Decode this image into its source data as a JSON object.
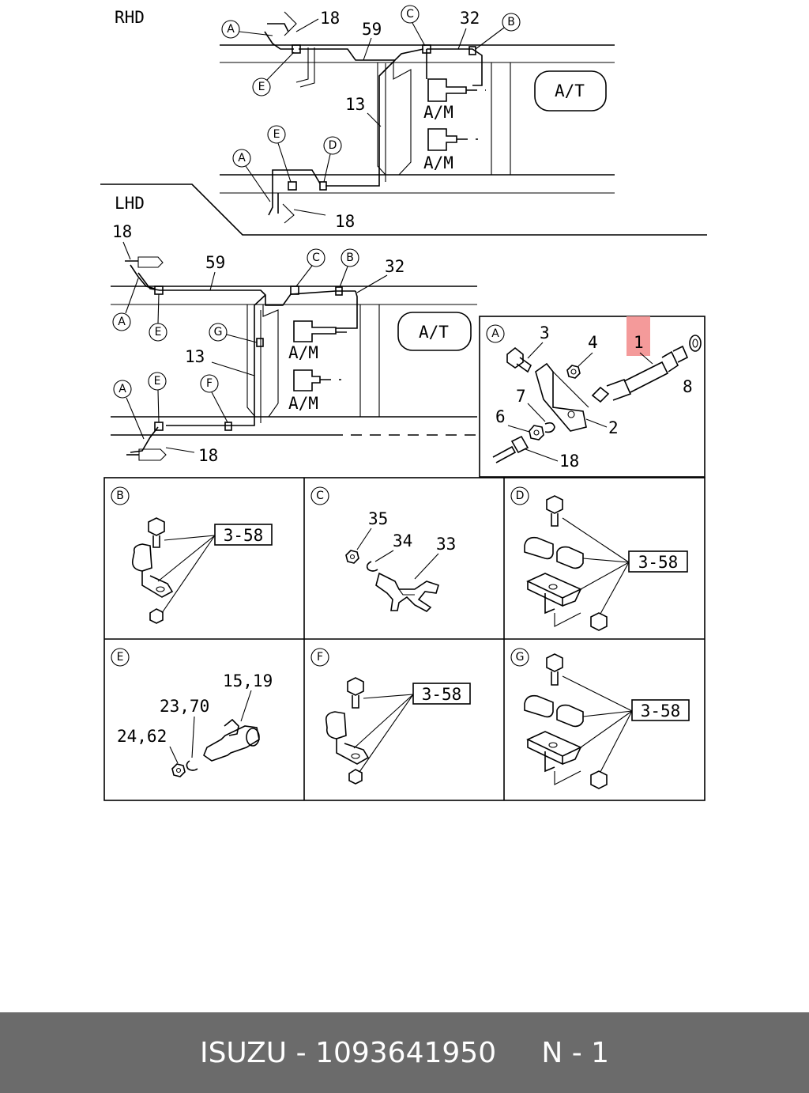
{
  "sections": {
    "rhd": "RHD",
    "lhd": "LHD"
  },
  "labels": {
    "am": "A/M",
    "at": "A/T",
    "p1": "1",
    "p2": "2",
    "p3": "3",
    "p4": "4",
    "p6": "6",
    "p7": "7",
    "p8": "8",
    "p13": "13",
    "p18": "18",
    "p32": "32",
    "p33": "33",
    "p34": "34",
    "p35": "35",
    "p59": "59",
    "ref358": "3-58",
    "p15_19": "15,19",
    "p23_70": "23,70",
    "p24_62": "24,62"
  },
  "callouts": {
    "a": "A",
    "b": "B",
    "c": "C",
    "d": "D",
    "e": "E",
    "f": "F",
    "g": "G"
  },
  "colors": {
    "highlight": "#f49a9a",
    "footer_bg": "#6b6b6b",
    "footer_text": "#ffffff"
  },
  "footer": {
    "brand": "ISUZU",
    "separator": "-",
    "part_number": "1093641950",
    "page": "N - 1"
  }
}
